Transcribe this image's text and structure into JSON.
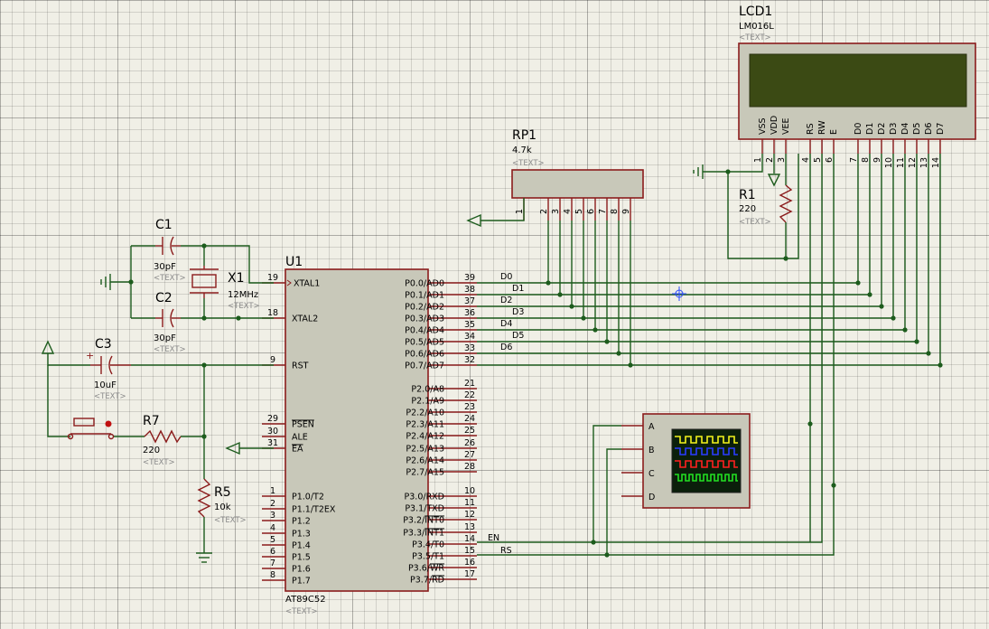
{
  "u1": {
    "ref": "U1",
    "part": "AT89C52",
    "text_placeholder": "<TEXT>",
    "left_pins": [
      {
        "num": "19",
        "name": "XTAL1"
      },
      {
        "num": "18",
        "name": "XTAL2"
      },
      {
        "num": "9",
        "name": "RST"
      },
      {
        "num": "29",
        "name": "PSEN"
      },
      {
        "num": "30",
        "name": "ALE"
      },
      {
        "num": "31",
        "name": "EA"
      },
      {
        "num": "1",
        "name": "P1.0/T2"
      },
      {
        "num": "2",
        "name": "P1.1/T2EX"
      },
      {
        "num": "3",
        "name": "P1.2"
      },
      {
        "num": "4",
        "name": "P1.3"
      },
      {
        "num": "5",
        "name": "P1.4"
      },
      {
        "num": "6",
        "name": "P1.5"
      },
      {
        "num": "7",
        "name": "P1.6"
      },
      {
        "num": "8",
        "name": "P1.7"
      }
    ],
    "right_pins": [
      {
        "num": "39",
        "name": "P0.0/AD0"
      },
      {
        "num": "38",
        "name": "P0.1/AD1"
      },
      {
        "num": "37",
        "name": "P0.2/AD2"
      },
      {
        "num": "36",
        "name": "P0.3/AD3"
      },
      {
        "num": "35",
        "name": "P0.4/AD4"
      },
      {
        "num": "34",
        "name": "P0.5/AD5"
      },
      {
        "num": "33",
        "name": "P0.6/AD6"
      },
      {
        "num": "32",
        "name": "P0.7/AD7"
      },
      {
        "num": "21",
        "name": "P2.0/A8"
      },
      {
        "num": "22",
        "name": "P2.1/A9"
      },
      {
        "num": "23",
        "name": "P2.2/A10"
      },
      {
        "num": "24",
        "name": "P2.3/A11"
      },
      {
        "num": "25",
        "name": "P2.4/A12"
      },
      {
        "num": "26",
        "name": "P2.5/A13"
      },
      {
        "num": "27",
        "name": "P2.6/A14"
      },
      {
        "num": "28",
        "name": "P2.7/A15"
      },
      {
        "num": "10",
        "name": "P3.0/RXD"
      },
      {
        "num": "11",
        "name": "P3.1/TXD"
      },
      {
        "num": "12",
        "name": "P3.2/INT0"
      },
      {
        "num": "13",
        "name": "P3.3/INT1"
      },
      {
        "num": "14",
        "name": "P3.4/T0"
      },
      {
        "num": "15",
        "name": "P3.5/T1"
      },
      {
        "num": "16",
        "name": "P3.6/WR"
      },
      {
        "num": "17",
        "name": "P3.7/RD"
      }
    ]
  },
  "lcd1": {
    "ref": "LCD1",
    "part": "LM016L",
    "text_placeholder": "<TEXT>",
    "pins": [
      {
        "num": "1",
        "name": "VSS"
      },
      {
        "num": "2",
        "name": "VDD"
      },
      {
        "num": "3",
        "name": "VEE"
      },
      {
        "num": "4",
        "name": "RS"
      },
      {
        "num": "5",
        "name": "RW"
      },
      {
        "num": "6",
        "name": "E"
      },
      {
        "num": "7",
        "name": "D0"
      },
      {
        "num": "8",
        "name": "D1"
      },
      {
        "num": "9",
        "name": "D2"
      },
      {
        "num": "10",
        "name": "D3"
      },
      {
        "num": "11",
        "name": "D4"
      },
      {
        "num": "12",
        "name": "D5"
      },
      {
        "num": "13",
        "name": "D6"
      },
      {
        "num": "14",
        "name": "D7"
      }
    ]
  },
  "rp1": {
    "ref": "RP1",
    "value": "4.7k",
    "text_placeholder": "<TEXT>",
    "pins": [
      "1",
      "2",
      "3",
      "4",
      "5",
      "6",
      "7",
      "8",
      "9"
    ]
  },
  "components": {
    "c1": {
      "ref": "C1",
      "value": "30pF",
      "text_placeholder": "<TEXT>"
    },
    "c2": {
      "ref": "C2",
      "value": "30pF",
      "text_placeholder": "<TEXT>"
    },
    "c3": {
      "ref": "C3",
      "value": "10uF",
      "text_placeholder": "<TEXT>"
    },
    "x1": {
      "ref": "X1",
      "value": "12MHz",
      "text_placeholder": "<TEXT>"
    },
    "r1": {
      "ref": "R1",
      "value": "220",
      "text_placeholder": "<TEXT>"
    },
    "r5": {
      "ref": "R5",
      "value": "10k",
      "text_placeholder": "<TEXT>"
    },
    "r7": {
      "ref": "R7",
      "value": "220",
      "text_placeholder": "<TEXT>"
    }
  },
  "nets": [
    "D0",
    "D1",
    "D2",
    "D3",
    "D4",
    "D5",
    "D6",
    "EN",
    "RS"
  ],
  "scope": {
    "channels": [
      "A",
      "B",
      "C",
      "D"
    ],
    "trace_colors": [
      "#f3f31c",
      "#2a3cff",
      "#ff2020",
      "#22e022"
    ],
    "screen_color": "#0b1f0b"
  },
  "colors": {
    "wire": "#1d5c1d",
    "component": "#8b1c1c",
    "chip_fill": "#c8c8b9",
    "lcd_screen": "#3b4a14"
  }
}
